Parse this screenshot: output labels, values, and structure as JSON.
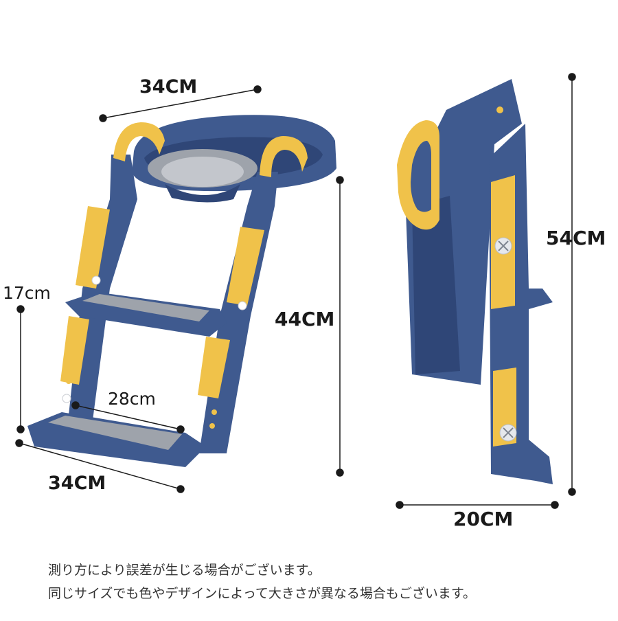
{
  "dimensions": {
    "top_width": "34CM",
    "step_height": "17cm",
    "ladder_height": "44CM",
    "step_width": "28cm",
    "bottom_width": "34CM",
    "total_height": "54CM",
    "depth": "20CM"
  },
  "notes": [
    "測り方により誤差が生じる場合がございます。",
    "同じサイズでも色やデザインによって大きさが異なる場合もございます。"
  ],
  "colors": {
    "frame_blue": "#3f5a8f",
    "frame_blue_dark": "#2f4677",
    "accent_yellow": "#f0c24a",
    "step_gray": "#9ea3ab",
    "dim_line": "#1a1a1a"
  }
}
